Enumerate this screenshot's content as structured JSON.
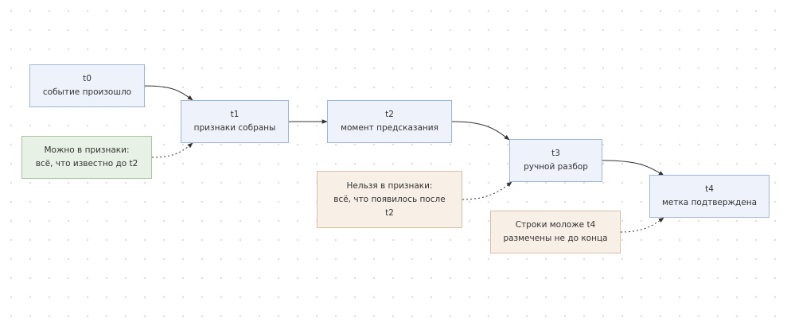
{
  "nodes": {
    "t0": {
      "title": "t0",
      "label": "событие произошло"
    },
    "t1": {
      "title": "t1",
      "label": "признаки собраны"
    },
    "t2": {
      "title": "t2",
      "label": "момент предсказания"
    },
    "t3": {
      "title": "t3",
      "label": "ручной разбор"
    },
    "t4": {
      "title": "t4",
      "label": "метка подтверждена"
    }
  },
  "notes": {
    "allowed": {
      "line1": "Можно в признаки:",
      "line2": "всё, что известно до t2"
    },
    "forbidden": {
      "line1": "Нельзя в признаки:",
      "line2": "всё, что появилось после",
      "line3": "t2"
    },
    "recent_rows": {
      "line1": "Строки моложе t4",
      "line2": "размечены не до конца"
    }
  },
  "colors": {
    "timeline_node_fill": "#eef2fa",
    "timeline_node_border": "#9fb6d8",
    "allowed_note_fill": "#e8f1e6",
    "forbidden_note_fill": "#f8efe6",
    "edge": "#333333"
  }
}
